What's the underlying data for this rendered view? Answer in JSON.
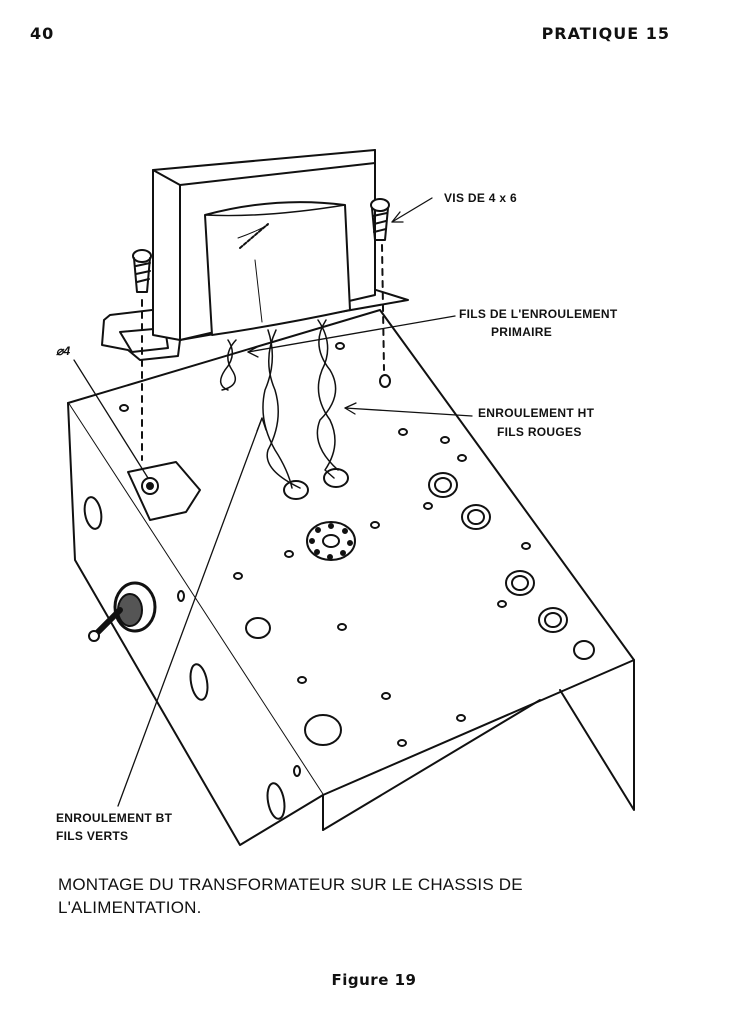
{
  "header": {
    "page_number": "40",
    "section": "PRATIQUE 15"
  },
  "labels": {
    "screws": "VIS DE 4 x 6",
    "primary_l1": "FILS DE L'ENROULEMENT",
    "primary_l2": "PRIMAIRE",
    "ht_l1": "ENROULEMENT HT",
    "ht_l2": "FILS ROUGES",
    "bt_l1": "ENROULEMENT  BT",
    "bt_l2": "FILS VERTS",
    "hole_dia": "⌀4"
  },
  "caption": {
    "line1": "MONTAGE DU TRANSFORMATEUR SUR LE CHASSIS DE",
    "line2": "L'ALIMENTATION."
  },
  "figure_label": "Figure 19"
}
